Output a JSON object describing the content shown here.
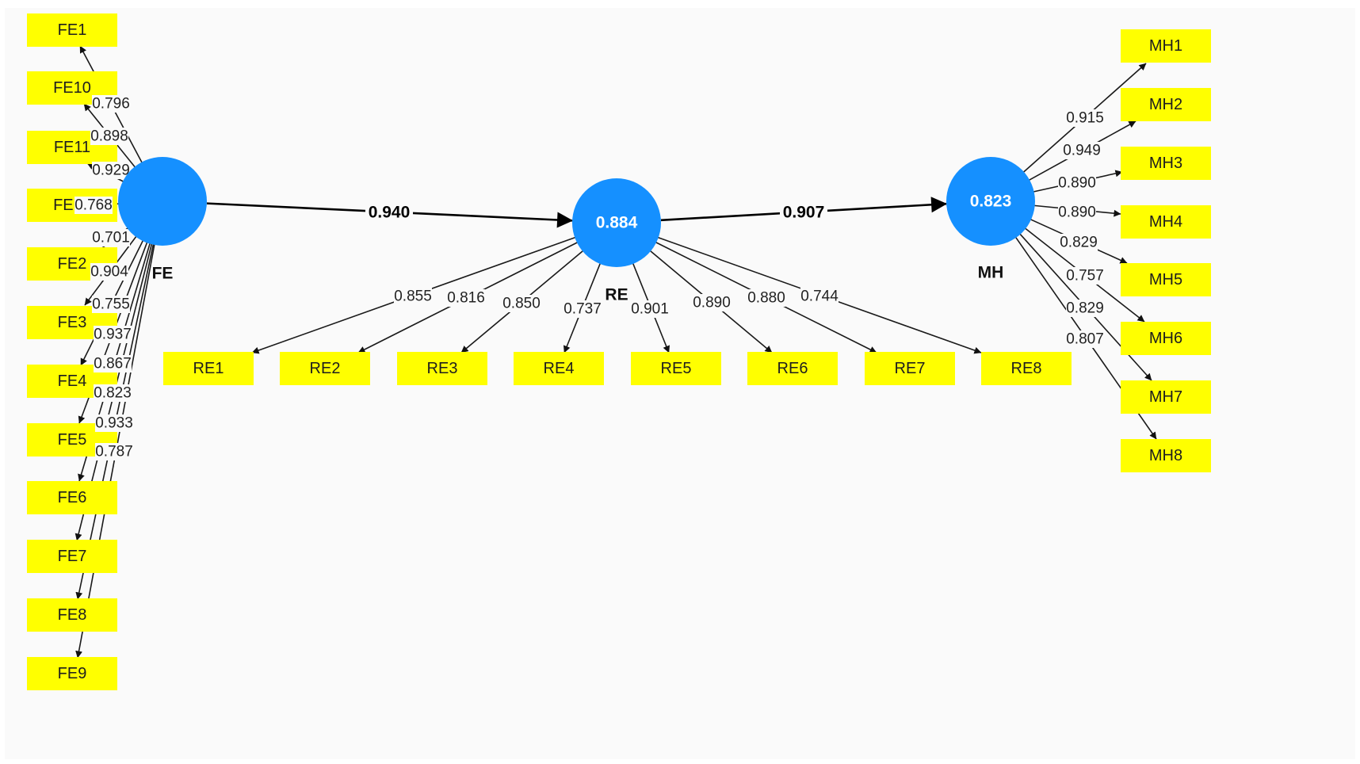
{
  "colors": {
    "latent_fill": "#1590ff",
    "indicator_fill": "#ffff00",
    "background": "#fafafa"
  },
  "latents": [
    {
      "id": "FE",
      "name": "FE",
      "value": ""
    },
    {
      "id": "RE",
      "name": "RE",
      "value": "0.884"
    },
    {
      "id": "MH",
      "name": "MH",
      "value": "0.823"
    }
  ],
  "paths": [
    {
      "from": "FE",
      "to": "RE",
      "coefficient": "0.940"
    },
    {
      "from": "RE",
      "to": "MH",
      "coefficient": "0.907"
    }
  ],
  "indicators": {
    "FE": [
      {
        "name": "FE1",
        "loading": "0.796"
      },
      {
        "name": "FE10",
        "loading": "0.898"
      },
      {
        "name": "FE11",
        "loading": "0.929"
      },
      {
        "name": "FE12",
        "loading": "0.768"
      },
      {
        "name": "FE2",
        "loading": "0.701"
      },
      {
        "name": "FE3",
        "loading": "0.904"
      },
      {
        "name": "FE4",
        "loading": "0.755"
      },
      {
        "name": "FE5",
        "loading": "0.937"
      },
      {
        "name": "FE6",
        "loading": "0.867"
      },
      {
        "name": "FE7",
        "loading": "0.823"
      },
      {
        "name": "FE8",
        "loading": "0.933"
      },
      {
        "name": "FE9",
        "loading": "0.787"
      }
    ],
    "RE": [
      {
        "name": "RE1",
        "loading": "0.855"
      },
      {
        "name": "RE2",
        "loading": "0.816"
      },
      {
        "name": "RE3",
        "loading": "0.850"
      },
      {
        "name": "RE4",
        "loading": "0.737"
      },
      {
        "name": "RE5",
        "loading": "0.901"
      },
      {
        "name": "RE6",
        "loading": "0.890"
      },
      {
        "name": "RE7",
        "loading": "0.880"
      },
      {
        "name": "RE8",
        "loading": "0.744"
      }
    ],
    "MH": [
      {
        "name": "MH1",
        "loading": "0.915"
      },
      {
        "name": "MH2",
        "loading": "0.949"
      },
      {
        "name": "MH3",
        "loading": "0.890"
      },
      {
        "name": "MH4",
        "loading": "0.890"
      },
      {
        "name": "MH5",
        "loading": "0.829"
      },
      {
        "name": "MH6",
        "loading": "0.757"
      },
      {
        "name": "MH7",
        "loading": "0.829"
      },
      {
        "name": "MH8",
        "loading": "0.807"
      }
    ]
  }
}
